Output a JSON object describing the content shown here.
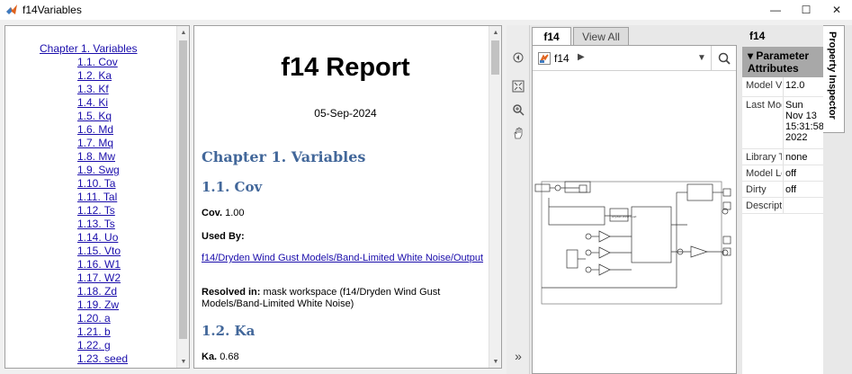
{
  "window": {
    "title": "f14Variables",
    "minimize": "—",
    "maximize": "☐",
    "close": "✕"
  },
  "toc": {
    "chapter": "Chapter 1. Variables",
    "items": [
      "1.1. Cov",
      "1.2. Ka",
      "1.3. Kf",
      "1.4. Ki",
      "1.5. Kq",
      "1.6. Md",
      "1.7. Mq",
      "1.8. Mw",
      "1.9. Swg",
      "1.10. Ta",
      "1.11. Tal",
      "1.12. Ts",
      "1.13. Ts",
      "1.14. Uo",
      "1.15. Vto",
      "1.16. W1",
      "1.17. W2",
      "1.18. Zd",
      "1.19. Zw",
      "1.20. a",
      "1.21. b",
      "1.22. g",
      "1.23. seed"
    ]
  },
  "report": {
    "title": "f14 Report",
    "date": "05-Sep-2024",
    "chapter_heading": "Chapter 1. Variables",
    "section1_heading": "1.1. Cov",
    "cov_label": "Cov.",
    "cov_value": "1.00",
    "used_by_label": "Used By:",
    "used_by_link": "f14/Dryden Wind Gust Models/Band-Limited White Noise/Output",
    "resolved_label": "Resolved in:",
    "resolved_value": "mask workspace (f14/Dryden Wind Gust Models/Band-Limited White Noise)",
    "section2_heading": "1.2. Ka",
    "ka_label": "Ka.",
    "ka_value": "0.68"
  },
  "model": {
    "tab_active": "f14",
    "tab_inactive": "View All",
    "address": "f14",
    "tiny_block_label": "Dryden Wind Gust"
  },
  "props": {
    "header": "f14",
    "group": "Parameter Attributes",
    "rows": [
      {
        "key": "Model Version",
        "value": "12.0"
      },
      {
        "key": "Last Modified",
        "value": "Sun Nov 13 15:31:58 2022"
      },
      {
        "key": "Library Type",
        "value": "none"
      },
      {
        "key": "Model Lock",
        "value": "off"
      },
      {
        "key": "Dirty",
        "value": "off"
      },
      {
        "key": "Description",
        "value": ""
      }
    ],
    "inspector_tab": "Property Inspector"
  },
  "colors": {
    "link": "#1a0dab",
    "heading": "#42679a",
    "group_header": "#a8a8a8"
  }
}
